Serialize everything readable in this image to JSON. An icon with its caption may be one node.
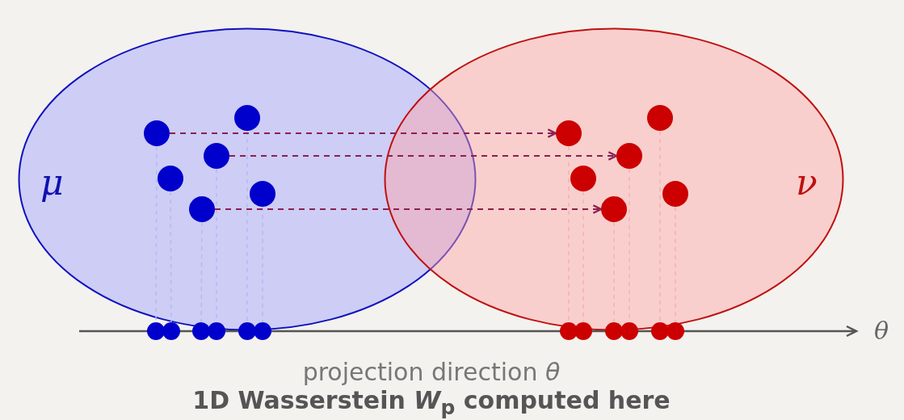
{
  "diagram": {
    "nodes": [
      {
        "text": [
          "μ"
        ]
      },
      {
        "text": [],
        "shape": "circle",
        "in": 0
      },
      {
        "text": [],
        "shape": "circle",
        "in": 0
      },
      {
        "text": [],
        "shape": "circle",
        "in": 0
      },
      {
        "text": [],
        "shape": "circle",
        "in": 0
      },
      {
        "text": [],
        "shape": "circle",
        "in": 0
      },
      {
        "text": [],
        "shape": "circle",
        "in": 0
      },
      {
        "text": [
          "ν"
        ]
      },
      {
        "text": [],
        "shape": "circle",
        "in": 7
      },
      {
        "text": [],
        "shape": "circle",
        "in": 7
      },
      {
        "text": [],
        "shape": "circle",
        "in": 7
      },
      {
        "text": [],
        "shape": "circle",
        "in": 7
      },
      {
        "text": [],
        "shape": "circle",
        "in": 7
      },
      {
        "text": [],
        "shape": "circle",
        "in": 7
      },
      {
        "text": [],
        "shape": "circle"
      },
      {
        "text": [],
        "shape": "circle"
      },
      {
        "text": [],
        "shape": "circle"
      },
      {
        "text": [],
        "shape": "circle"
      },
      {
        "text": [],
        "shape": "circle"
      },
      {
        "text": [],
        "shape": "circle"
      },
      {
        "text": [],
        "shape": "circle"
      },
      {
        "text": [],
        "shape": "circle"
      },
      {
        "text": [],
        "shape": "circle"
      },
      {
        "text": [],
        "shape": "circle"
      },
      {
        "text": [],
        "shape": "circle"
      },
      {
        "text": [],
        "shape": "circle"
      }
    ],
    "edges": [
      {
        "from": 1,
        "to": 18,
        "arrow": "none",
        "style": "dashed",
        "color": "#b4b8f4"
      },
      {
        "from": 2,
        "to": 14,
        "arrow": "none",
        "style": "dashed",
        "color": "#b4b8f4"
      },
      {
        "from": 3,
        "to": 17,
        "arrow": "none",
        "style": "dashed",
        "color": "#b4b8f4"
      },
      {
        "from": 4,
        "to": 15,
        "arrow": "none",
        "style": "dashed",
        "color": "#b4b8f4"
      },
      {
        "from": 5,
        "to": 19,
        "arrow": "none",
        "style": "dashed",
        "color": "#b4b8f4"
      },
      {
        "from": 6,
        "to": 16,
        "arrow": "none",
        "style": "dashed",
        "color": "#b4b8f4"
      },
      {
        "from": 8,
        "to": 24,
        "arrow": "none",
        "style": "dashed",
        "color": "#f4b0b0"
      },
      {
        "from": 9,
        "to": 20,
        "arrow": "none",
        "style": "dashed",
        "color": "#f4b0b0"
      },
      {
        "from": 10,
        "to": 23,
        "arrow": "none",
        "style": "dashed",
        "color": "#f4b0b0"
      },
      {
        "from": 11,
        "to": 21,
        "arrow": "none",
        "style": "dashed",
        "color": "#f4b0b0"
      },
      {
        "from": 12,
        "to": 25,
        "arrow": "none",
        "style": "dashed",
        "color": "#f4b0b0"
      },
      {
        "from": 13,
        "to": 22,
        "arrow": "none",
        "style": "dashed",
        "color": "#f4b0b0"
      },
      {
        "from": 2,
        "to": 9,
        "arrow": "to",
        "style": "dashed",
        "color": "#8b2050"
      },
      {
        "from": 3,
        "to": 10,
        "arrow": "to",
        "style": "dashed",
        "color": "#8b2050"
      },
      {
        "from": 6,
        "to": 13,
        "arrow": "to",
        "style": "dashed",
        "color": "#8b2050"
      }
    ],
    "labels": [
      "θ",
      "projection direction *θ*",
      "1D Wasserstein *W*$_{p}$ computed here"
    ]
  }
}
